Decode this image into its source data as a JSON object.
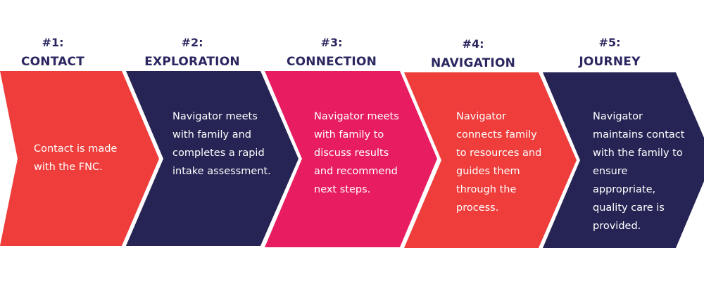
{
  "steps": [
    {
      "number": "#1:",
      "title": "CONTACT",
      "color": "#ee3d3a",
      "lines": [
        "Contact is made",
        "with the FNC."
      ]
    },
    {
      "number": "#2:",
      "title": "EXPLORATION",
      "color": "#262454",
      "lines": [
        "Navigator meets",
        "with family and",
        "completes a rapid",
        "intake assessment."
      ]
    },
    {
      "number": "#3:",
      "title": "CONNECTION",
      "color": "#e81c61",
      "lines": [
        "Navigator meets",
        "with family to",
        "discuss results",
        "and recommend",
        "next steps."
      ]
    },
    {
      "number": "#4:",
      "title": "NAVIGATION",
      "color": "#ee3d3a",
      "lines": [
        "Navigator",
        "connects family",
        "to resources and",
        "guides them",
        "through the",
        "process."
      ]
    },
    {
      "number": "#5:",
      "title": "JOURNEY",
      "color": "#262454",
      "lines": [
        "Navigator",
        "maintains contact",
        "with the family  to",
        "ensure",
        "appropriate,",
        "quality care is",
        "provided."
      ]
    }
  ]
}
